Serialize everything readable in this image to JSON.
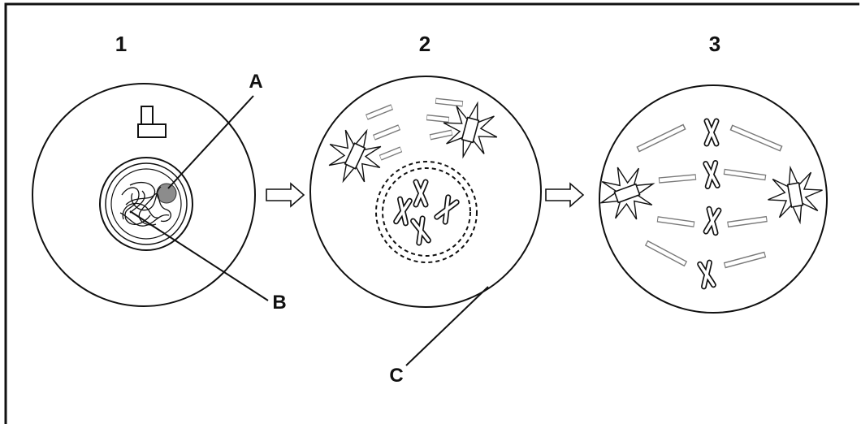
{
  "stages": [
    {
      "number": "1"
    },
    {
      "number": "2"
    },
    {
      "number": "3"
    }
  ],
  "callouts": {
    "a": "A",
    "b": "B",
    "c": "C"
  },
  "arrows": [
    "right-arrow",
    "right-arrow"
  ],
  "colors": {
    "outline": "#111111",
    "nucleolus": "#8c8c8c",
    "spindle_fiber_fill": "#ffffff",
    "spindle_fiber_stroke": "#7a7a7a",
    "background": "#ffffff"
  }
}
